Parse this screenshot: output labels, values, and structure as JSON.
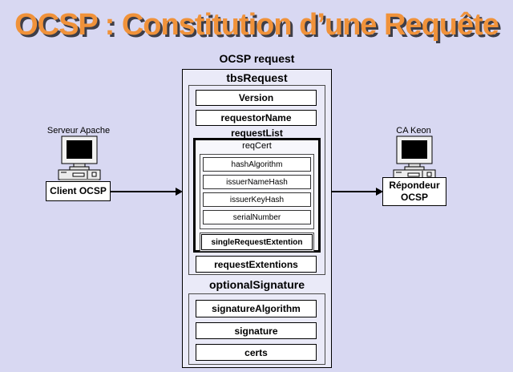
{
  "title": "OCSP : Constitution d’une Requête",
  "colors": {
    "background": "#d8d8f2",
    "title_text": "#f0923a",
    "title_shadow": "#3e3e48",
    "container_fill": "#eaeaf8",
    "leaf_fill": "#ffffff",
    "border": "#000000"
  },
  "diagram": {
    "heading": "OCSP request",
    "tbs": {
      "heading": "tbsRequest",
      "version": "Version",
      "requestor_name": "requestorName",
      "request_list_heading": "requestList",
      "req_cert": {
        "heading": "reqCert",
        "fields": [
          "hashAlgorithm",
          "issuerNameHash",
          "issuerKeyHash",
          "serialNumber"
        ],
        "single_request_extention": "singleRequestExtention"
      },
      "request_extentions": "requestExtentions"
    },
    "optional_signature": {
      "heading": "optionalSignature",
      "fields": [
        "signatureAlgorithm",
        "signature",
        "certs"
      ]
    }
  },
  "left_actor": {
    "label": "Serveur Apache",
    "box": "Client OCSP",
    "icon": "computer-icon"
  },
  "right_actor": {
    "label": "CA Keon",
    "box": "Répondeur OCSP",
    "icon": "computer-icon"
  }
}
